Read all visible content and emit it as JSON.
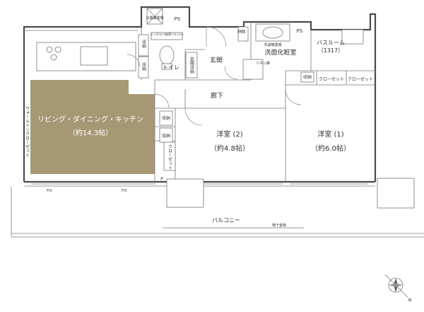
{
  "colors": {
    "ldk_fill": "#a79875",
    "wall": "#4a4a4a",
    "line": "#777777",
    "label": "#333333"
  },
  "rooms": {
    "ldk_name": "リビング・ダイニング・キッチン",
    "ldk_area": "（約14.3帖）",
    "western2_name": "洋室 (2)",
    "western2_area": "（約4.8帖）",
    "western1_name": "洋室 (1)",
    "western1_area": "（約6.0帖）",
    "entrance": "玄関",
    "corridor": "廊下",
    "toilet": "トイレ",
    "washroom": "洗面化粧室",
    "bathroom": "バスルーム",
    "bath_size": "（1317）",
    "balcony": "バルコニー"
  },
  "labels": {
    "fridge": "冷蔵庫置場",
    "ps": "PS",
    "mb": "MB",
    "storage": "収納",
    "entrance_storage": "玄関収納",
    "niche": "ニッチ(エコ給湯リモコン)",
    "washer": "洗濯機置場",
    "linen": "リネン庫",
    "closet": "クローゼット",
    "wall_storage": "ウォールインクローゼット",
    "fix": "FIX",
    "p": "P",
    "laundry_rod": "物干金物",
    "north": "N"
  }
}
